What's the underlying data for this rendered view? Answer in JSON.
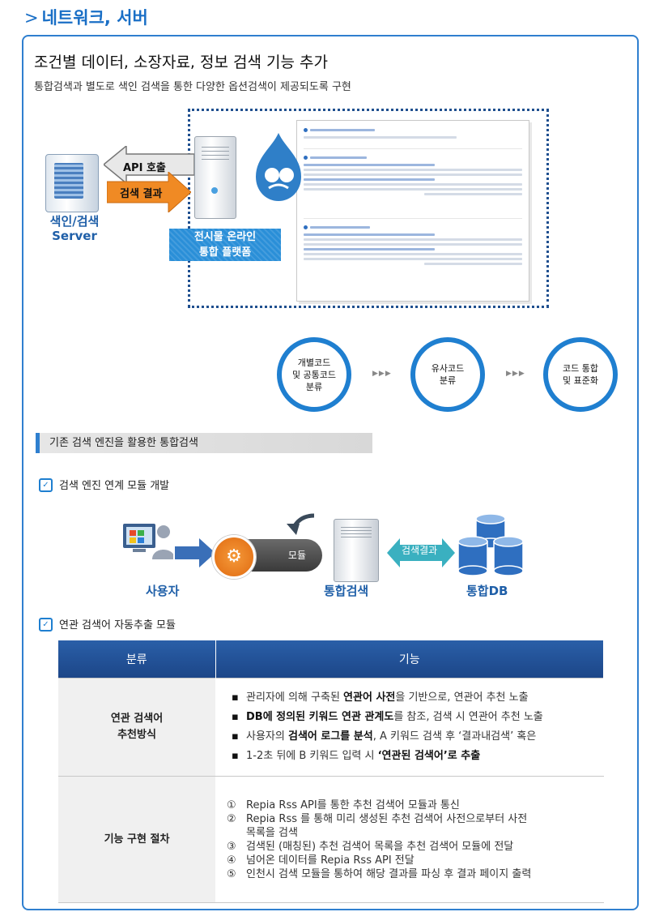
{
  "header": {
    "chevron": ">",
    "title": "네트워크, 서버"
  },
  "section": {
    "title": "조건별 데이터, 소장자료, 정보 검색 기능 추가",
    "subtitle": "통합검색과 별도로 색인 검색을 통한 다양한 옵션검색이 제공되도록 구현"
  },
  "top_diagram": {
    "api_call": "API 호출",
    "search_result": "검색 결과",
    "index_server": [
      "색인/검색",
      "Server"
    ],
    "platform": [
      "전시물 온라인",
      "통합 플랫폼"
    ]
  },
  "circles": [
    {
      "lines": [
        "개별코드",
        "및 공통코드",
        "분류"
      ]
    },
    {
      "lines": [
        "유사코드",
        "분류"
      ]
    },
    {
      "lines": [
        "코드 통합",
        "및 표준화"
      ]
    }
  ],
  "arrows_glyph": "▶▶▶",
  "bar_title": "기존 검색 엔진을 활용한 통합검색",
  "check1": "검색 엔진 연계 모듈 개발",
  "flow": {
    "module": "모듈",
    "search_result": "검색결과",
    "user": "사용자",
    "integrated_search": "통합검색",
    "integrated_db": "통합DB"
  },
  "check2": "연관 검색어 자동추출 모듈",
  "table": {
    "headers": [
      "분류",
      "기능"
    ],
    "row1": {
      "category": [
        "연관 검색어",
        "추천방식"
      ],
      "bullets": [
        {
          "pre": "관리자에 의해 구축된 ",
          "bold": "연관어 사전",
          "post": "을 기반으로, 연관어 추천 노출"
        },
        {
          "pre": "",
          "bold": "DB에 정의된 키워드 연관 관계도",
          "post": "를 참조, 검색 시 연관어 추천 노출"
        },
        {
          "pre": "사용자의 ",
          "bold": "검색어 로그를 분석",
          "post": ", A 키워드 검색 후 ‘결과내검색’ 혹은"
        },
        {
          "pre": "1-2초 뒤에 B 키워드 입력 시 ",
          "bold": "‘연관된 검색어’로 추출",
          "post": ""
        }
      ]
    },
    "row2": {
      "category": "기능 구현 절차",
      "steps": [
        {
          "n": "①",
          "text": "Repia Rss API를 통한 추천 검색어 모듈과 통신"
        },
        {
          "n": "②",
          "text": "Repia Rss 를 통해 미리 생성된 추천 검색어 사전으로부터 사전"
        },
        {
          "n": "",
          "text": "목록을 검색"
        },
        {
          "n": "③",
          "text": "검색된 (매칭된) 추천 검색어 목록을 추천 검색어 모듈에 전달"
        },
        {
          "n": "④",
          "text": "넘어온 데이터를 Repia Rss  API 전달"
        },
        {
          "n": "⑤",
          "text": "인천시 검색 모듈을 통하여 해당 결과를 파싱 후 결과 페이지 출력"
        }
      ]
    }
  },
  "colors": {
    "accent": "#1f7fd0",
    "header_blue": "#1a6fc6",
    "orange": "#f08a24",
    "table_head": "#1c4688"
  }
}
